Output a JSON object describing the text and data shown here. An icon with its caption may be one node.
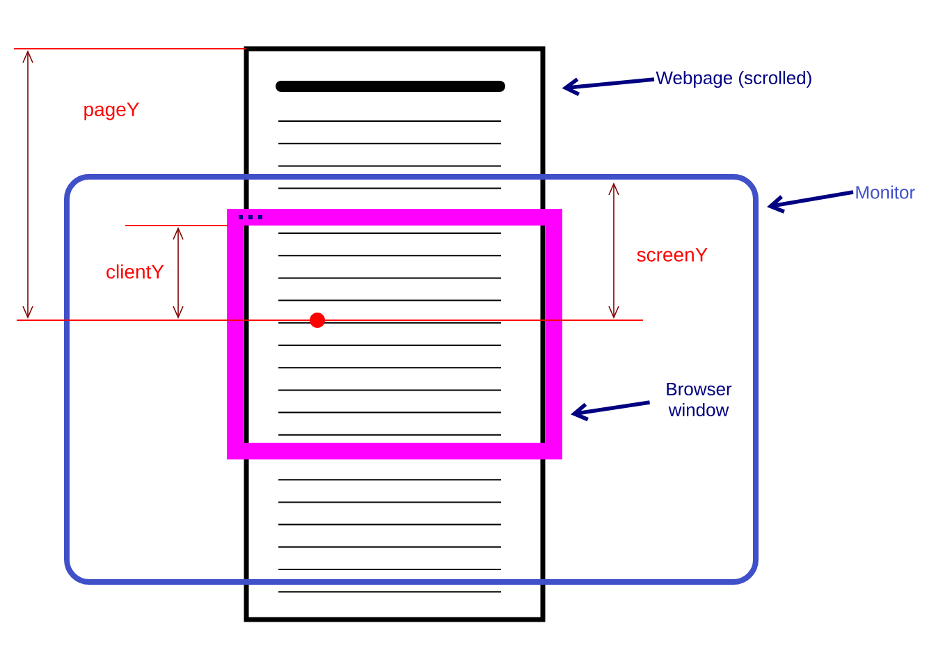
{
  "diagram": {
    "nodes": [
      {
        "text": [
          "Webpage (scrolled)"
        ]
      },
      {
        "text": [],
        "shape": "box"
      },
      {
        "text": [
          "Monitor"
        ]
      },
      {
        "text": [],
        "shape": "box"
      },
      {
        "text": [
          "Browser window"
        ],
        "in": 3
      },
      {
        "text": [],
        "shape": "box",
        "in": 3
      }
    ],
    "edges": [
      {
        "from": 0,
        "to": 1,
        "arrow": "to"
      },
      {
        "from": 2,
        "to": 3,
        "arrow": "to"
      },
      {
        "from": 4,
        "to": 5,
        "arrow": "to"
      }
    ],
    "labels": [
      "pageY",
      "clientY",
      "screenY"
    ]
  }
}
